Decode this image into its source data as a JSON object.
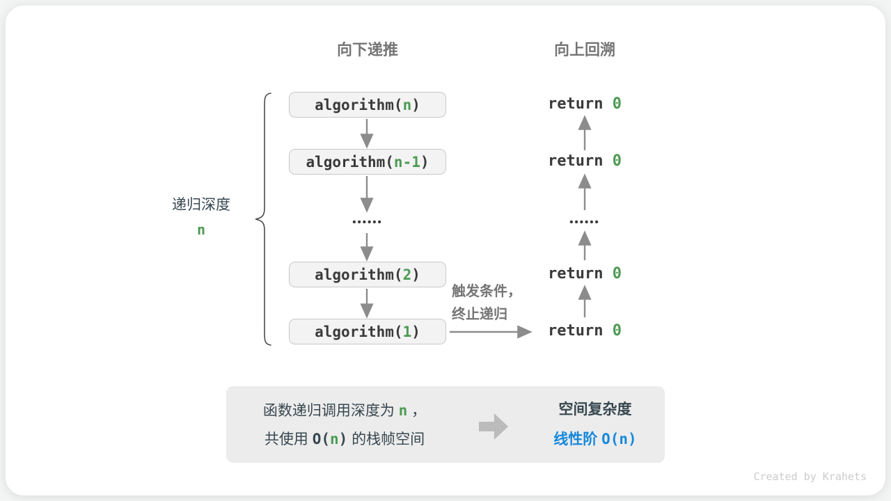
{
  "headers": {
    "down": "向下递推",
    "up": "向上回溯"
  },
  "depth_label": {
    "text": "递归深度",
    "value": "n"
  },
  "call_stack": [
    {
      "pre": "algorithm(",
      "arg": "n",
      "post": ")"
    },
    {
      "pre": "algorithm(",
      "arg": "n-1",
      "post": ")"
    },
    {
      "pre": "algorithm(",
      "arg": "2",
      "post": ")"
    },
    {
      "pre": "algorithm(",
      "arg": "1",
      "post": ")"
    }
  ],
  "return_statement": {
    "pre": "return ",
    "value": "0"
  },
  "ellipsis": "••••••",
  "trigger_note": {
    "line1": "触发条件，",
    "line2": "终止递归"
  },
  "summary": {
    "line1_pre": "函数递归调用深度为 ",
    "line1_n": "n",
    "line1_post": " ，",
    "line2_pre": "共使用 ",
    "line2_code_pre": "O(",
    "line2_n": "n",
    "line2_code_post": ")",
    "line2_post": " 的栈帧空间",
    "right_title": "空间复杂度",
    "right_value_text": "线性阶 ",
    "right_value_code": "O(n)"
  },
  "credit": "Created by Krahets",
  "colors": {
    "green": "#4c9a52",
    "blue": "#1688dc",
    "arrow": "#8c8c8c",
    "box-fill": "#f3f3f3",
    "box-border": "#c8c8c8",
    "summary-bg": "#ececec",
    "header-gray": "#757575",
    "text-dark": "#37474f",
    "credit": "#cccccc"
  }
}
